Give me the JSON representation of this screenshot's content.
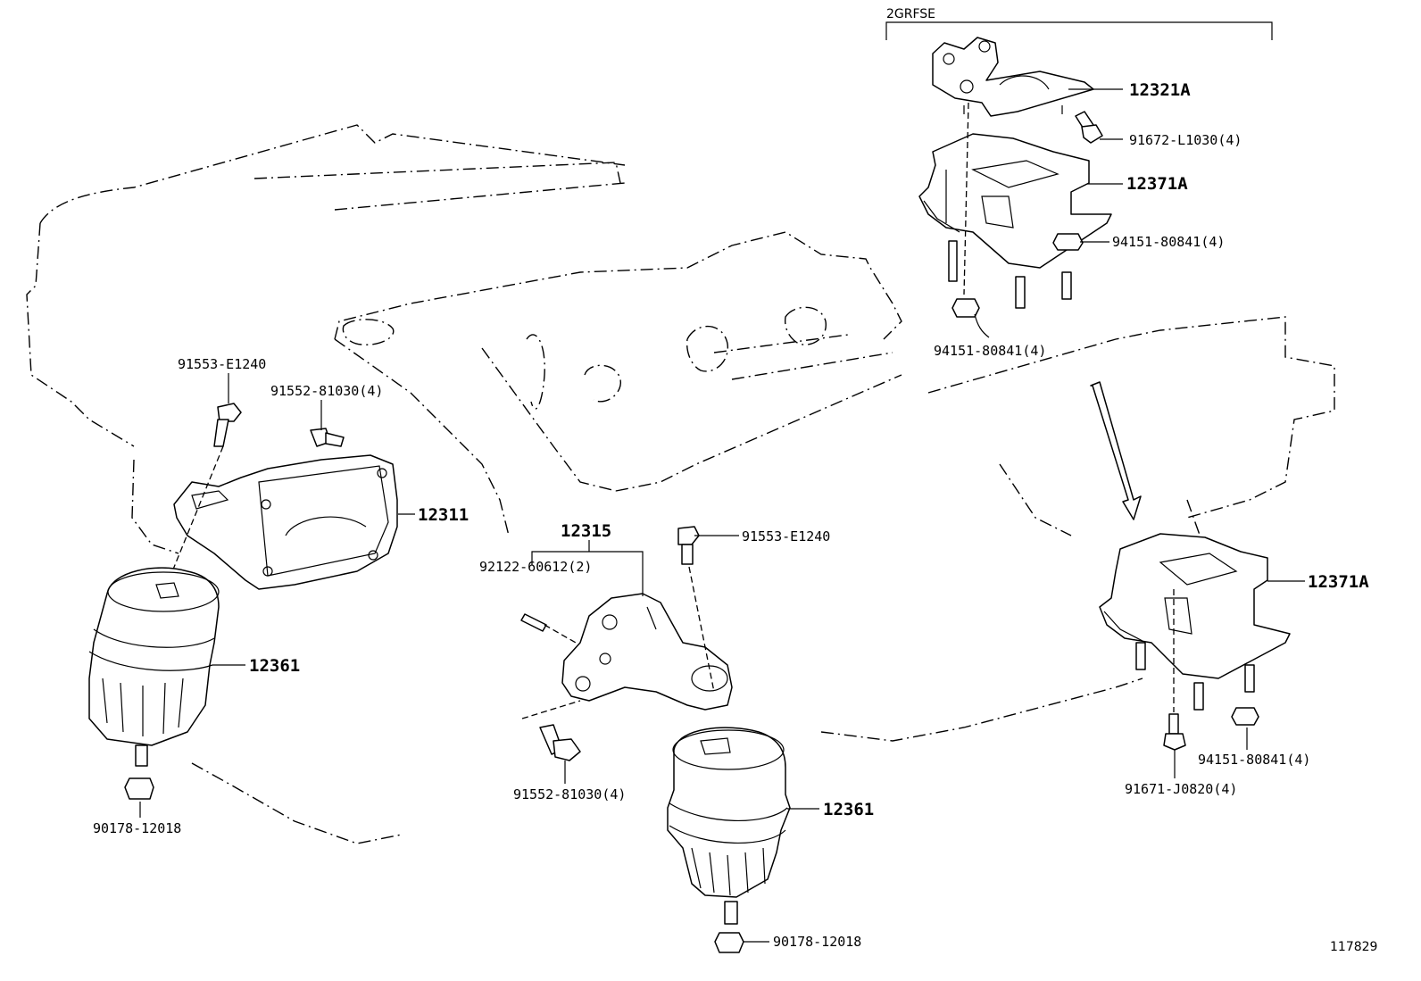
{
  "variant_label": "2GRFSE",
  "figure_number": "117829",
  "callouts": {
    "p12321A": "12321A",
    "p91672": "91672-L1030(4)",
    "p12371A_top": "12371A",
    "p94151_a": "94151-80841(4)",
    "p94151_b": "94151-80841(4)",
    "p91553_left": "91553-E1240",
    "p91552_top": "91552-81030(4)",
    "p12311": "12311",
    "p12361_left": "12361",
    "p90178_left": "90178-12018",
    "p12315": "12315",
    "p92122": "92122-60612(2)",
    "p91553_mid": "91553-E1240",
    "p91552_bottom": "91552-81030(4)",
    "p12361_mid": "12361",
    "p90178_mid": "90178-12018",
    "p12371A_right": "12371A",
    "p94151_c": "94151-80841(4)",
    "p91671": "91671-J0820(4)"
  }
}
